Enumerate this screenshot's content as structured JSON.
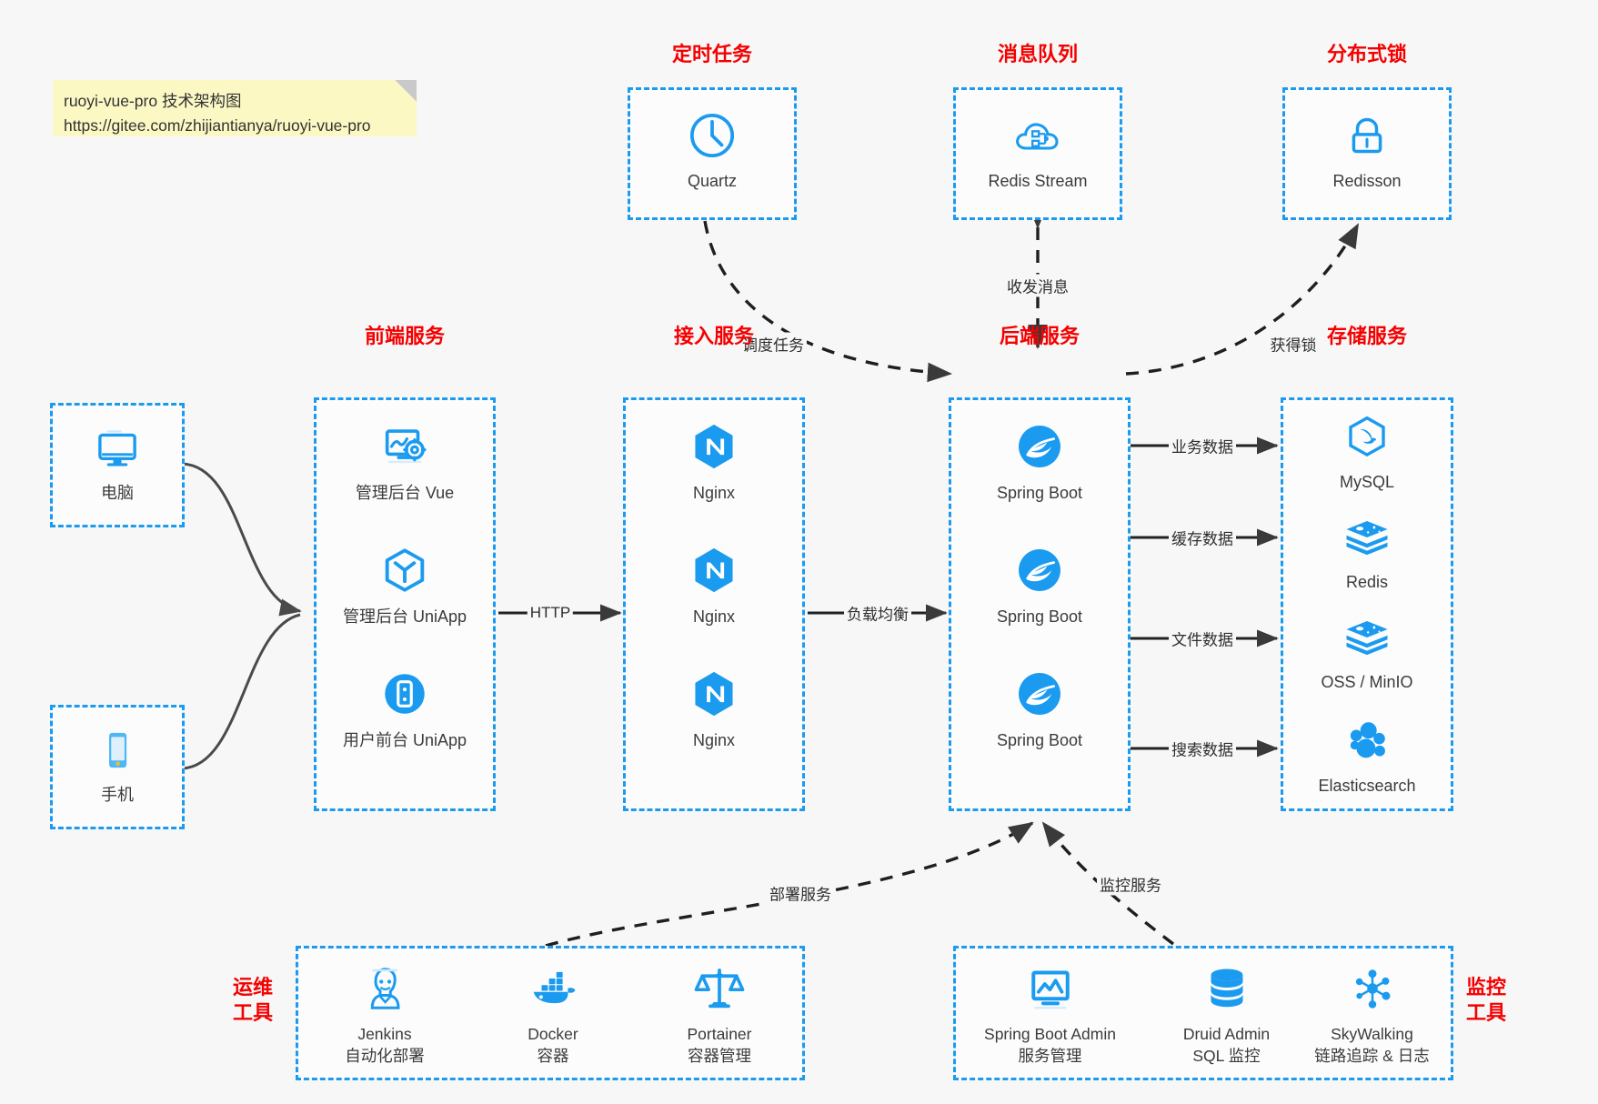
{
  "note": {
    "line1": "ruoyi-vue-pro 技术架构图",
    "line2": "https://gitee.com/zhijiantianya/ruoyi-vue-pro"
  },
  "colors": {
    "accent": "#1a9bf0",
    "group_title": "#f50000",
    "node_text": "#3b3b3b",
    "edge": "#3a3a3a",
    "background": "#f7f7f7",
    "note_bg": "#fbf8c4"
  },
  "groups": {
    "scheduler": {
      "title": "定时任务",
      "nodes": [
        {
          "label": "Quartz",
          "icon": "clock-icon"
        }
      ]
    },
    "mq": {
      "title": "消息队列",
      "nodes": [
        {
          "label": "Redis Stream",
          "icon": "cloud-network-icon"
        }
      ]
    },
    "lock": {
      "title": "分布式锁",
      "nodes": [
        {
          "label": "Redisson",
          "icon": "lock-icon"
        }
      ]
    },
    "client_pc": {
      "title": "",
      "nodes": [
        {
          "label": "电脑",
          "icon": "desktop-icon"
        }
      ]
    },
    "client_mobile": {
      "title": "",
      "nodes": [
        {
          "label": "手机",
          "icon": "phone-icon"
        }
      ]
    },
    "frontend": {
      "title": "前端服务",
      "nodes": [
        {
          "label": "管理后台 Vue",
          "icon": "dashboard-gear-icon"
        },
        {
          "label": "管理后台 UniApp",
          "icon": "uniapp-hex-icon"
        },
        {
          "label": "用户前台 UniApp",
          "icon": "mobile-circle-icon"
        }
      ]
    },
    "gateway": {
      "title": "接入服务",
      "nodes": [
        {
          "label": "Nginx",
          "icon": "nginx-icon"
        },
        {
          "label": "Nginx",
          "icon": "nginx-icon"
        },
        {
          "label": "Nginx",
          "icon": "nginx-icon"
        }
      ]
    },
    "backend": {
      "title": "后端服务",
      "nodes": [
        {
          "label": "Spring Boot",
          "icon": "spring-boot-icon"
        },
        {
          "label": "Spring Boot",
          "icon": "spring-boot-icon"
        },
        {
          "label": "Spring Boot",
          "icon": "spring-boot-icon"
        }
      ]
    },
    "storage": {
      "title": "存储服务",
      "nodes": [
        {
          "label": "MySQL",
          "icon": "mysql-icon"
        },
        {
          "label": "Redis",
          "icon": "redis-icon"
        },
        {
          "label": "OSS / MinIO",
          "icon": "oss-minio-icon"
        },
        {
          "label": "Elasticsearch",
          "icon": "elasticsearch-icon"
        }
      ]
    },
    "devops": {
      "title_line1": "运维",
      "title_line2": "工具",
      "nodes": [
        {
          "name": "Jenkins",
          "desc": "自动化部署",
          "icon": "jenkins-icon"
        },
        {
          "name": "Docker",
          "desc": "容器",
          "icon": "docker-icon"
        },
        {
          "name": "Portainer",
          "desc": "容器管理",
          "icon": "scales-icon"
        }
      ]
    },
    "monitor": {
      "title_line1": "监控",
      "title_line2": "工具",
      "nodes": [
        {
          "name": "Spring Boot Admin",
          "desc": "服务管理",
          "icon": "monitor-chart-icon"
        },
        {
          "name": "Druid Admin",
          "desc": "SQL 监控",
          "icon": "database-icon"
        },
        {
          "name": "SkyWalking",
          "desc": "链路追踪 & 日志",
          "icon": "skywalking-icon"
        }
      ]
    }
  },
  "edges": [
    {
      "label": "调度任务",
      "from": "scheduler",
      "to": "backend",
      "style": "dashed"
    },
    {
      "label": "收发消息",
      "from": "mq",
      "to": "backend",
      "style": "dashed",
      "bidirectional": true
    },
    {
      "label": "获得锁",
      "from": "backend",
      "to": "lock",
      "style": "dashed"
    },
    {
      "label": "HTTP",
      "from": "frontend",
      "to": "gateway",
      "style": "solid"
    },
    {
      "label": "负载均衡",
      "from": "gateway",
      "to": "backend",
      "style": "solid"
    },
    {
      "label": "业务数据",
      "from": "backend",
      "to": "storage.MySQL",
      "style": "solid"
    },
    {
      "label": "缓存数据",
      "from": "backend",
      "to": "storage.Redis",
      "style": "solid"
    },
    {
      "label": "文件数据",
      "from": "backend",
      "to": "storage.OSS",
      "style": "solid"
    },
    {
      "label": "搜索数据",
      "from": "backend",
      "to": "storage.Elasticsearch",
      "style": "solid"
    },
    {
      "label": "部署服务",
      "from": "devops",
      "to": "backend",
      "style": "dashed"
    },
    {
      "label": "监控服务",
      "from": "monitor",
      "to": "backend",
      "style": "dashed"
    }
  ]
}
